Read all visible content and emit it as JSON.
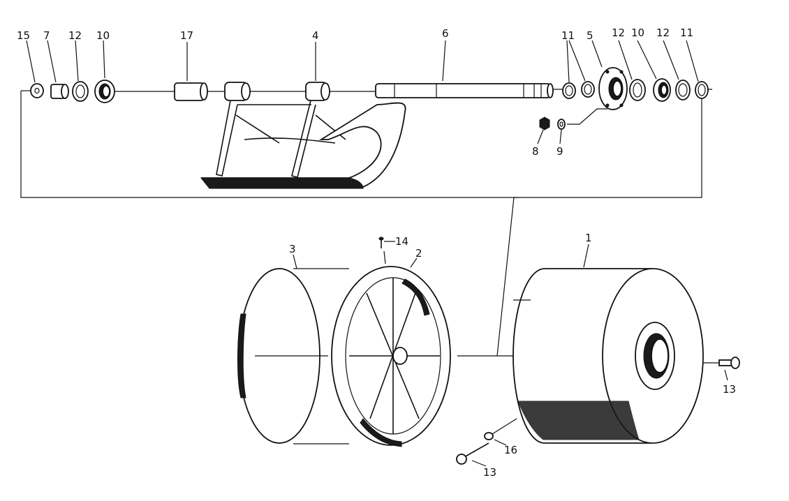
{
  "diagram": {
    "type": "exploded-parts-diagram",
    "callouts": [
      {
        "id": "c15",
        "label": "15"
      },
      {
        "id": "c7",
        "label": "7"
      },
      {
        "id": "c12a",
        "label": "12"
      },
      {
        "id": "c10a",
        "label": "10"
      },
      {
        "id": "c17",
        "label": "17"
      },
      {
        "id": "c4",
        "label": "4"
      },
      {
        "id": "c6",
        "label": "6"
      },
      {
        "id": "c11a",
        "label": "11"
      },
      {
        "id": "c5",
        "label": "5"
      },
      {
        "id": "c12b",
        "label": "12"
      },
      {
        "id": "c10b",
        "label": "10"
      },
      {
        "id": "c12c",
        "label": "12"
      },
      {
        "id": "c11b",
        "label": "11"
      },
      {
        "id": "c8",
        "label": "8"
      },
      {
        "id": "c9",
        "label": "9"
      },
      {
        "id": "c3",
        "label": "3"
      },
      {
        "id": "c14",
        "label": "14"
      },
      {
        "id": "c2",
        "label": "2"
      },
      {
        "id": "c1",
        "label": "1"
      },
      {
        "id": "c13a",
        "label": "13"
      },
      {
        "id": "c16",
        "label": "16"
      },
      {
        "id": "c13b",
        "label": "13"
      }
    ]
  }
}
